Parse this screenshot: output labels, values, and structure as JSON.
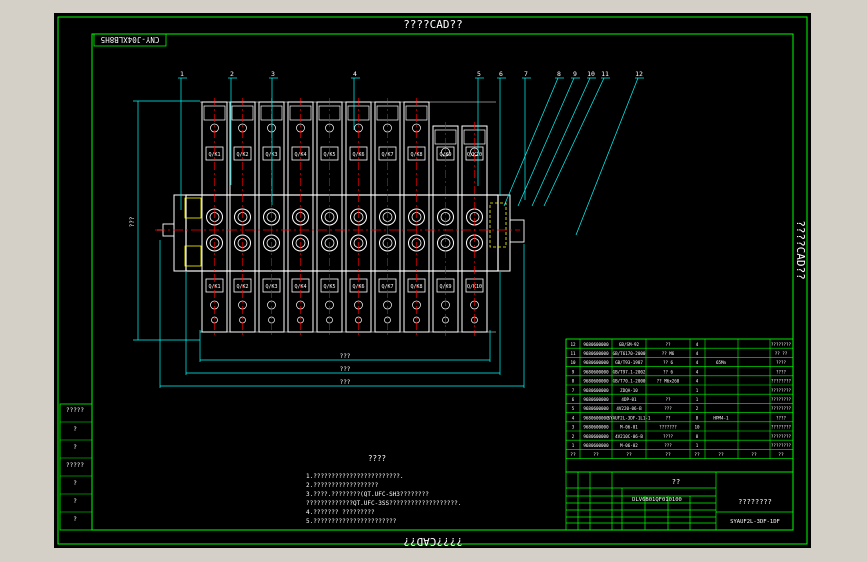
{
  "drawing": {
    "top_watermark": "????CAD??",
    "right_watermark": "????CAD??",
    "bottom_watermark": "????CAD??",
    "drawing_number_box": "CNY-J04XLB8H5",
    "colors": {
      "background": "#000000",
      "frame": "#00ff00",
      "leader": "#00ffff",
      "centerline": "#ff0000",
      "outline": "#ffffff",
      "dimension": "#00ffff",
      "highlight": "#ffff00"
    }
  },
  "balloons": [
    "1",
    "2",
    "3",
    "4",
    "5",
    "6",
    "7",
    "8",
    "9",
    "10",
    "11",
    "12"
  ],
  "dimensions": {
    "height": "???",
    "width1": "???",
    "width2": "???",
    "width3": "???"
  },
  "valves": {
    "upper_labels": [
      "Q/K1",
      "Q/K2",
      "Q/K3",
      "Q/K4",
      "Q/K5",
      "Q/K6",
      "Q/K7",
      "Q/K8",
      "Q/K9",
      "Q/K10"
    ],
    "lower_labels": [
      "Q/K1",
      "Q/K2",
      "Q/K3",
      "Q/K4",
      "Q/K5",
      "Q/K6",
      "Q/K7",
      "Q/K8",
      "Q/K9",
      "Q/K10"
    ]
  },
  "tech_notes": {
    "title": "????",
    "lines": [
      "1.????????????????????????.",
      "2.??????????????????",
      "3.????.????????(QT.UFC-SH3????????",
      "  ?????????????QT.UFC-3SS???????????????????.",
      "4.??????? ?????????",
      "5.???????????????????????"
    ]
  },
  "bom": {
    "rows": [
      {
        "no": "12",
        "code": "9680600000",
        "std": "GB/SM-92",
        "name": "??",
        "qty": "4",
        "mat": "",
        "note": "????????"
      },
      {
        "no": "11",
        "code": "9680600000",
        "std": "GB/T6170-2000",
        "name": "?? M6",
        "qty": "4",
        "mat": "",
        "note": "??  ??"
      },
      {
        "no": "10",
        "code": "9680600000",
        "std": "GB/T93-1987",
        "name": "?? 6",
        "qty": "4",
        "mat": "65Mn",
        "note": "????"
      },
      {
        "no": "9",
        "code": "9680600000",
        "std": "GB/T97.1-2002",
        "name": "?? 6",
        "qty": "4",
        "mat": "",
        "note": "????"
      },
      {
        "no": "8",
        "code": "9680600000",
        "std": "GB/T70.1-2000",
        "name": "?? M6x260",
        "qty": "4",
        "mat": "",
        "note": "????????"
      },
      {
        "no": "7",
        "code": "9680600000",
        "std": "ZDQA-10",
        "name": "",
        "qty": "1",
        "mat": "",
        "note": "????????"
      },
      {
        "no": "6",
        "code": "9680600000",
        "std": "4DP-01",
        "name": "??",
        "qty": "1",
        "mat": "",
        "note": "????????"
      },
      {
        "no": "5",
        "code": "9680600000",
        "std": "4V220-06-B",
        "name": "???",
        "qty": "2",
        "mat": "",
        "note": "????????"
      },
      {
        "no": "4",
        "code": "9680600000",
        "std": "SYAUF2L-3DF-1L1-1",
        "name": "??",
        "qty": "8",
        "mat": "HPM4-1",
        "note": "????"
      },
      {
        "no": "3",
        "code": "9680600000",
        "std": "M-06-01",
        "name": "???????",
        "qty": "10",
        "mat": "",
        "note": "????????"
      },
      {
        "no": "2",
        "code": "9680600000",
        "std": "4V210C-06-B",
        "name": "????",
        "qty": "8",
        "mat": "",
        "note": "????????"
      },
      {
        "no": "1",
        "code": "9680600000",
        "std": "M-06-02",
        "name": "???",
        "qty": "1",
        "mat": "",
        "note": "????????"
      }
    ],
    "header": {
      "no": "??",
      "code": "??",
      "std": "??",
      "name": "??",
      "qty": "??",
      "mat": "??",
      "wt": "??",
      "note": "??"
    }
  },
  "title_block": {
    "title": "??",
    "part_number": "DLV6B01QF010100",
    "org": "????????",
    "drawing_code": "SYAUF2L-3DF-1DF"
  },
  "left_strip": [
    "?????",
    "?",
    "?",
    "?????",
    "?",
    "?",
    "?"
  ]
}
